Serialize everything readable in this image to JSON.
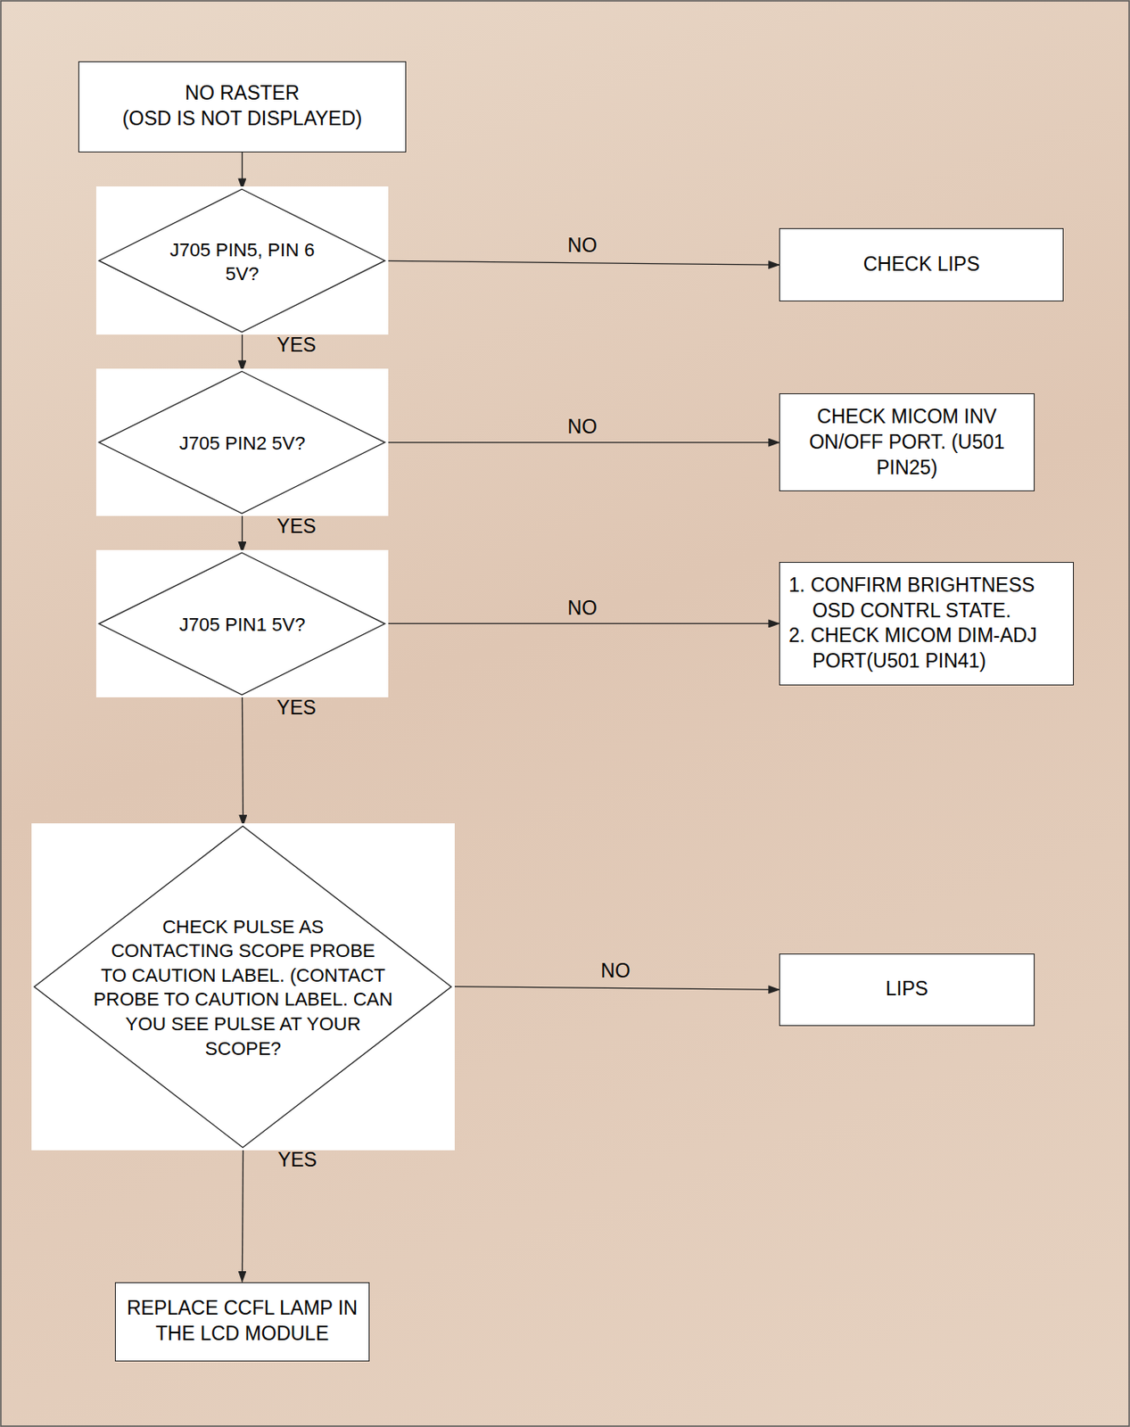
{
  "diagram": {
    "nodes": [
      {
        "text": [
          "NO RASTER",
          "(OSD IS NOT DISPLAYED)"
        ]
      },
      {
        "text": [
          "J705 PIN5, PIN 6 5V?"
        ]
      },
      {
        "text": [
          "CHECK LIPS"
        ]
      },
      {
        "text": [
          "J705 PIN2 5V?"
        ]
      },
      {
        "text": [
          "CHECK MICOM INV ON/OFF PORT. (U501 PIN25)"
        ]
      },
      {
        "text": [
          "J705 PIN1 5V?"
        ]
      },
      {
        "text": [
          "1. CONFIRM BRIGHTNESS OSD CONTRL STATE.",
          "2. CHECK MICOM DIM-ADJ PORT(U501 PIN41)"
        ]
      },
      {
        "text": [
          "CHECK PULSE AS CONTACTING SCOPE PROBE TO CAUTION LABEL. (CONTACT PROBE TO CAUTION LABEL. CAN YOU SEE PULSE AT YOUR SCOPE?"
        ]
      },
      {
        "text": [
          "LIPS"
        ]
      },
      {
        "text": [
          "REPLACE CCFL LAMP IN THE LCD MODULE"
        ]
      }
    ],
    "edges": [
      {
        "from": 0,
        "to": 1,
        "arrow": "to"
      },
      {
        "from": 1,
        "to": 2,
        "label": "NO",
        "arrow": "to"
      },
      {
        "from": 1,
        "to": 3,
        "label": "YES",
        "arrow": "to"
      },
      {
        "from": 3,
        "to": 4,
        "label": "NO",
        "arrow": "to"
      },
      {
        "from": 3,
        "to": 5,
        "label": "YES",
        "arrow": "to"
      },
      {
        "from": 5,
        "to": 6,
        "label": "NO",
        "arrow": "to"
      },
      {
        "from": 5,
        "to": 7,
        "label": "YES",
        "arrow": "to"
      },
      {
        "from": 7,
        "to": 8,
        "label": "NO",
        "arrow": "to"
      },
      {
        "from": 7,
        "to": 9,
        "label": "YES",
        "arrow": "to"
      }
    ]
  }
}
